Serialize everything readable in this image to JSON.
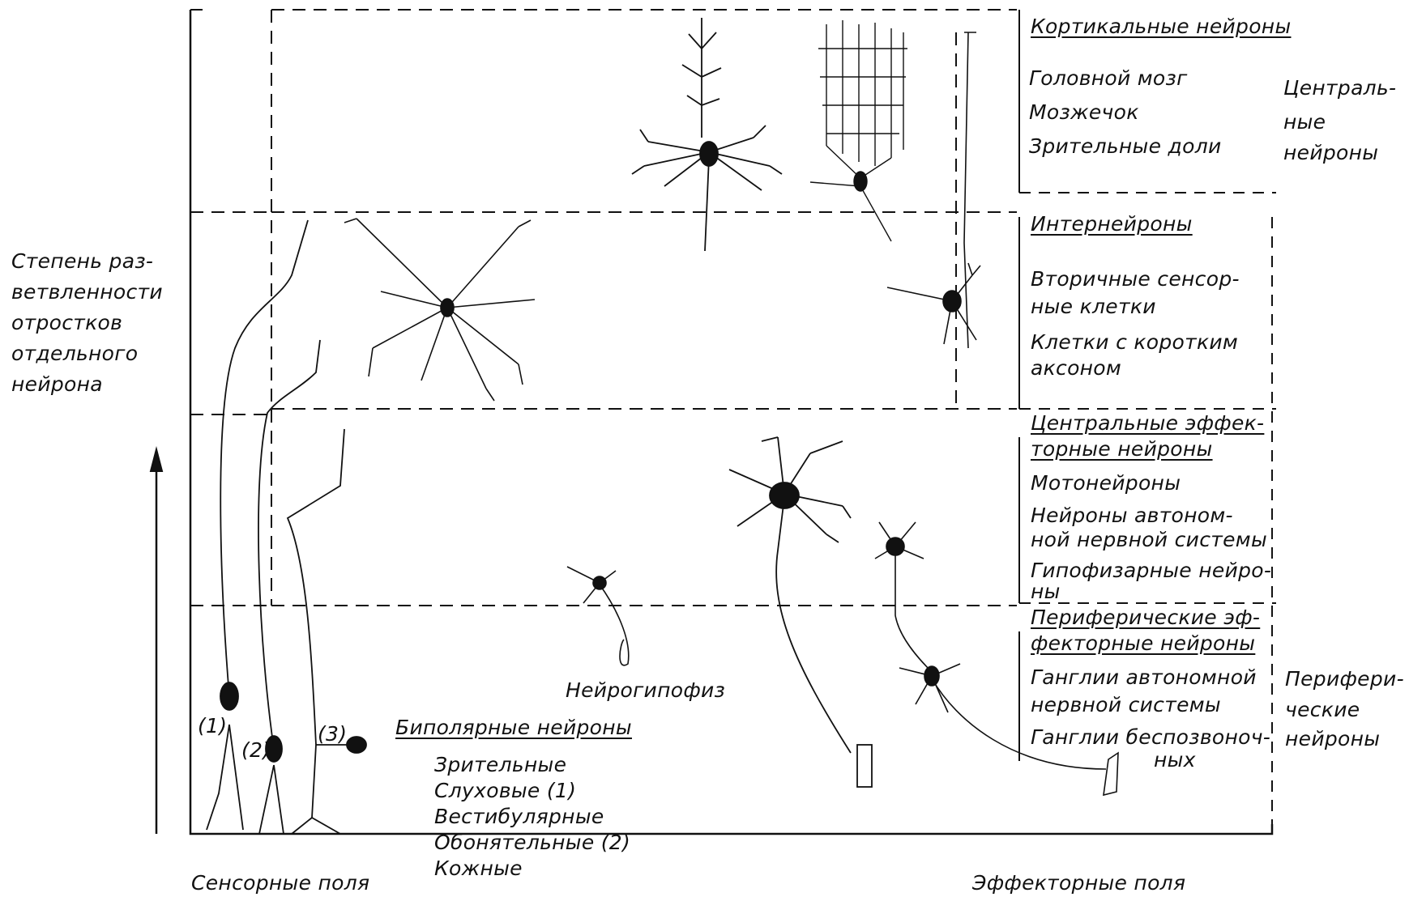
{
  "axis": {
    "label_lines": [
      "Степень раз-",
      "ветвленности",
      "отростков",
      "отдельного",
      "нейрона"
    ]
  },
  "central": {
    "cortical": {
      "title": "Кортикальные нейроны",
      "items": [
        "Головной мозг",
        "Мозжечок",
        "Зрительные доли"
      ]
    },
    "group_label_lines": [
      "Централь-",
      "ные",
      "нейроны"
    ]
  },
  "interneurons": {
    "title": "Интернейроны",
    "items": [
      [
        "Вторичные сенсор-",
        "ные клетки"
      ],
      [
        "Клетки с коротким",
        "аксоном"
      ]
    ]
  },
  "central_effector": {
    "title_lines": [
      "Центральные эффек-",
      "торные нейроны"
    ],
    "items": [
      [
        "Мотонейроны"
      ],
      [
        "Нейроны автоном-",
        "ной нервной системы"
      ],
      [
        "Гипофизарные нейро-",
        "ны"
      ]
    ]
  },
  "peripheral_effector": {
    "title_lines": [
      "Периферические эф-",
      "фекторные нейроны"
    ],
    "items": [
      [
        "Ганглии автономной",
        "нервной системы"
      ],
      [
        "Ганглии беспозвоноч-",
        "ных"
      ]
    ],
    "group_label_lines": [
      "Перифери-",
      "ческие",
      "нейроны"
    ]
  },
  "neurohypophysis_label": "Нейрогипофиз",
  "bipolar": {
    "title": "Биполярные нейроны",
    "items": [
      "Зрительные",
      "Слуховые (1)",
      "Вестибулярные",
      "Обонятельные (2)",
      "Кожные"
    ],
    "markers": [
      "(1)",
      "(2)",
      "(3)"
    ]
  },
  "fields": {
    "sensory": "Сенсорные поля",
    "effector": "Эффекторные поля"
  },
  "colors": {
    "ink": "#111111",
    "background": "#ffffff"
  }
}
